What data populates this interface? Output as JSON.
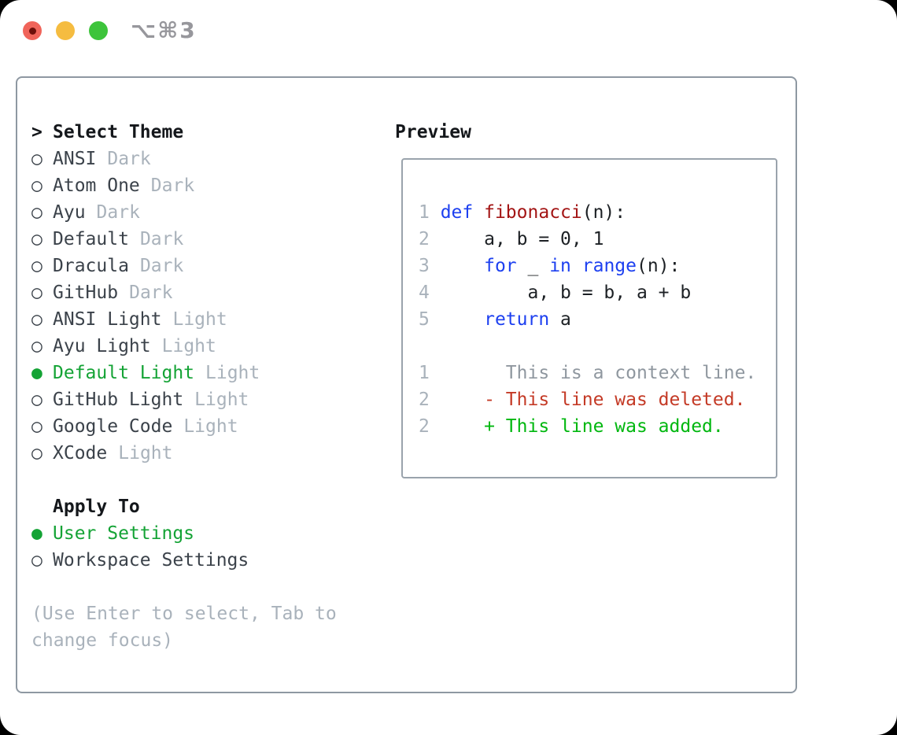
{
  "titlebar": {
    "shortcut": "⌥⌘3",
    "buttons": [
      "close",
      "minimize",
      "zoom"
    ]
  },
  "colors": {
    "window-bg": "#ffffff",
    "panel-border": "#8e98a2",
    "box-border": "#9aa3ac",
    "text-header": "#14171b",
    "text-dark": "#3b424a",
    "muted": "#a9b2bb",
    "green": "#14a335",
    "green-bright": "#00b70f",
    "red": "#c43a26",
    "blue": "#1d40f0",
    "dark-red": "#a31515",
    "code-plain": "#1c2024",
    "context": "#8f979f",
    "traffic-red": "#f0645a",
    "traffic-red-dot": "#6e0f0a",
    "traffic-yellow": "#f5bc40",
    "traffic-green": "#3dc43b",
    "shortcut-gray": "#97979c"
  },
  "theme_selector": {
    "focus_marker": ">",
    "header": "Select Theme",
    "unselected_marker": "○",
    "selected_marker": "●",
    "items": [
      {
        "name": "ANSI",
        "variant": "Dark",
        "selected": false
      },
      {
        "name": "Atom One",
        "variant": "Dark",
        "selected": false
      },
      {
        "name": "Ayu",
        "variant": "Dark",
        "selected": false
      },
      {
        "name": "Default",
        "variant": "Dark",
        "selected": false
      },
      {
        "name": "Dracula",
        "variant": "Dark",
        "selected": false
      },
      {
        "name": "GitHub",
        "variant": "Dark",
        "selected": false
      },
      {
        "name": "ANSI Light",
        "variant": "Light",
        "selected": false
      },
      {
        "name": "Ayu Light",
        "variant": "Light",
        "selected": false
      },
      {
        "name": "Default Light",
        "variant": "Light",
        "selected": true
      },
      {
        "name": "GitHub Light",
        "variant": "Light",
        "selected": false
      },
      {
        "name": "Google Code",
        "variant": "Light",
        "selected": false
      },
      {
        "name": "XCode",
        "variant": "Light",
        "selected": false
      }
    ]
  },
  "apply_to": {
    "header": "Apply To",
    "options": [
      {
        "label": "User Settings",
        "selected": true
      },
      {
        "label": "Workspace Settings",
        "selected": false
      }
    ]
  },
  "help_text": "(Use Enter to select, Tab to change focus)",
  "preview": {
    "header": "Preview",
    "code_lines": [
      {
        "num": "1",
        "tokens": [
          {
            "text": "def",
            "style": "keyword"
          },
          {
            "text": " ",
            "style": "plain"
          },
          {
            "text": "fibonacci",
            "style": "function"
          },
          {
            "text": "(n):",
            "style": "plain"
          }
        ]
      },
      {
        "num": "2",
        "tokens": [
          {
            "text": "    a, b = 0, 1",
            "style": "plain"
          }
        ]
      },
      {
        "num": "3",
        "tokens": [
          {
            "text": "    ",
            "style": "plain"
          },
          {
            "text": "for",
            "style": "keyword"
          },
          {
            "text": " _ ",
            "style": "plain"
          },
          {
            "text": "in",
            "style": "keyword"
          },
          {
            "text": " ",
            "style": "plain"
          },
          {
            "text": "range",
            "style": "keyword"
          },
          {
            "text": "(n):",
            "style": "plain"
          }
        ]
      },
      {
        "num": "4",
        "tokens": [
          {
            "text": "        a, b = b, a + b",
            "style": "plain"
          }
        ]
      },
      {
        "num": "5",
        "tokens": [
          {
            "text": "    ",
            "style": "plain"
          },
          {
            "text": "return",
            "style": "keyword"
          },
          {
            "text": " a",
            "style": "plain"
          }
        ]
      },
      {
        "num": "",
        "tokens": []
      },
      {
        "num": "1",
        "tokens": [
          {
            "text": "      This is a context line.",
            "style": "context"
          }
        ]
      },
      {
        "num": "2",
        "tokens": [
          {
            "text": "    - This line was deleted.",
            "style": "deleted"
          }
        ]
      },
      {
        "num": "2",
        "tokens": [
          {
            "text": "    + This line was added.",
            "style": "added"
          }
        ]
      }
    ]
  }
}
